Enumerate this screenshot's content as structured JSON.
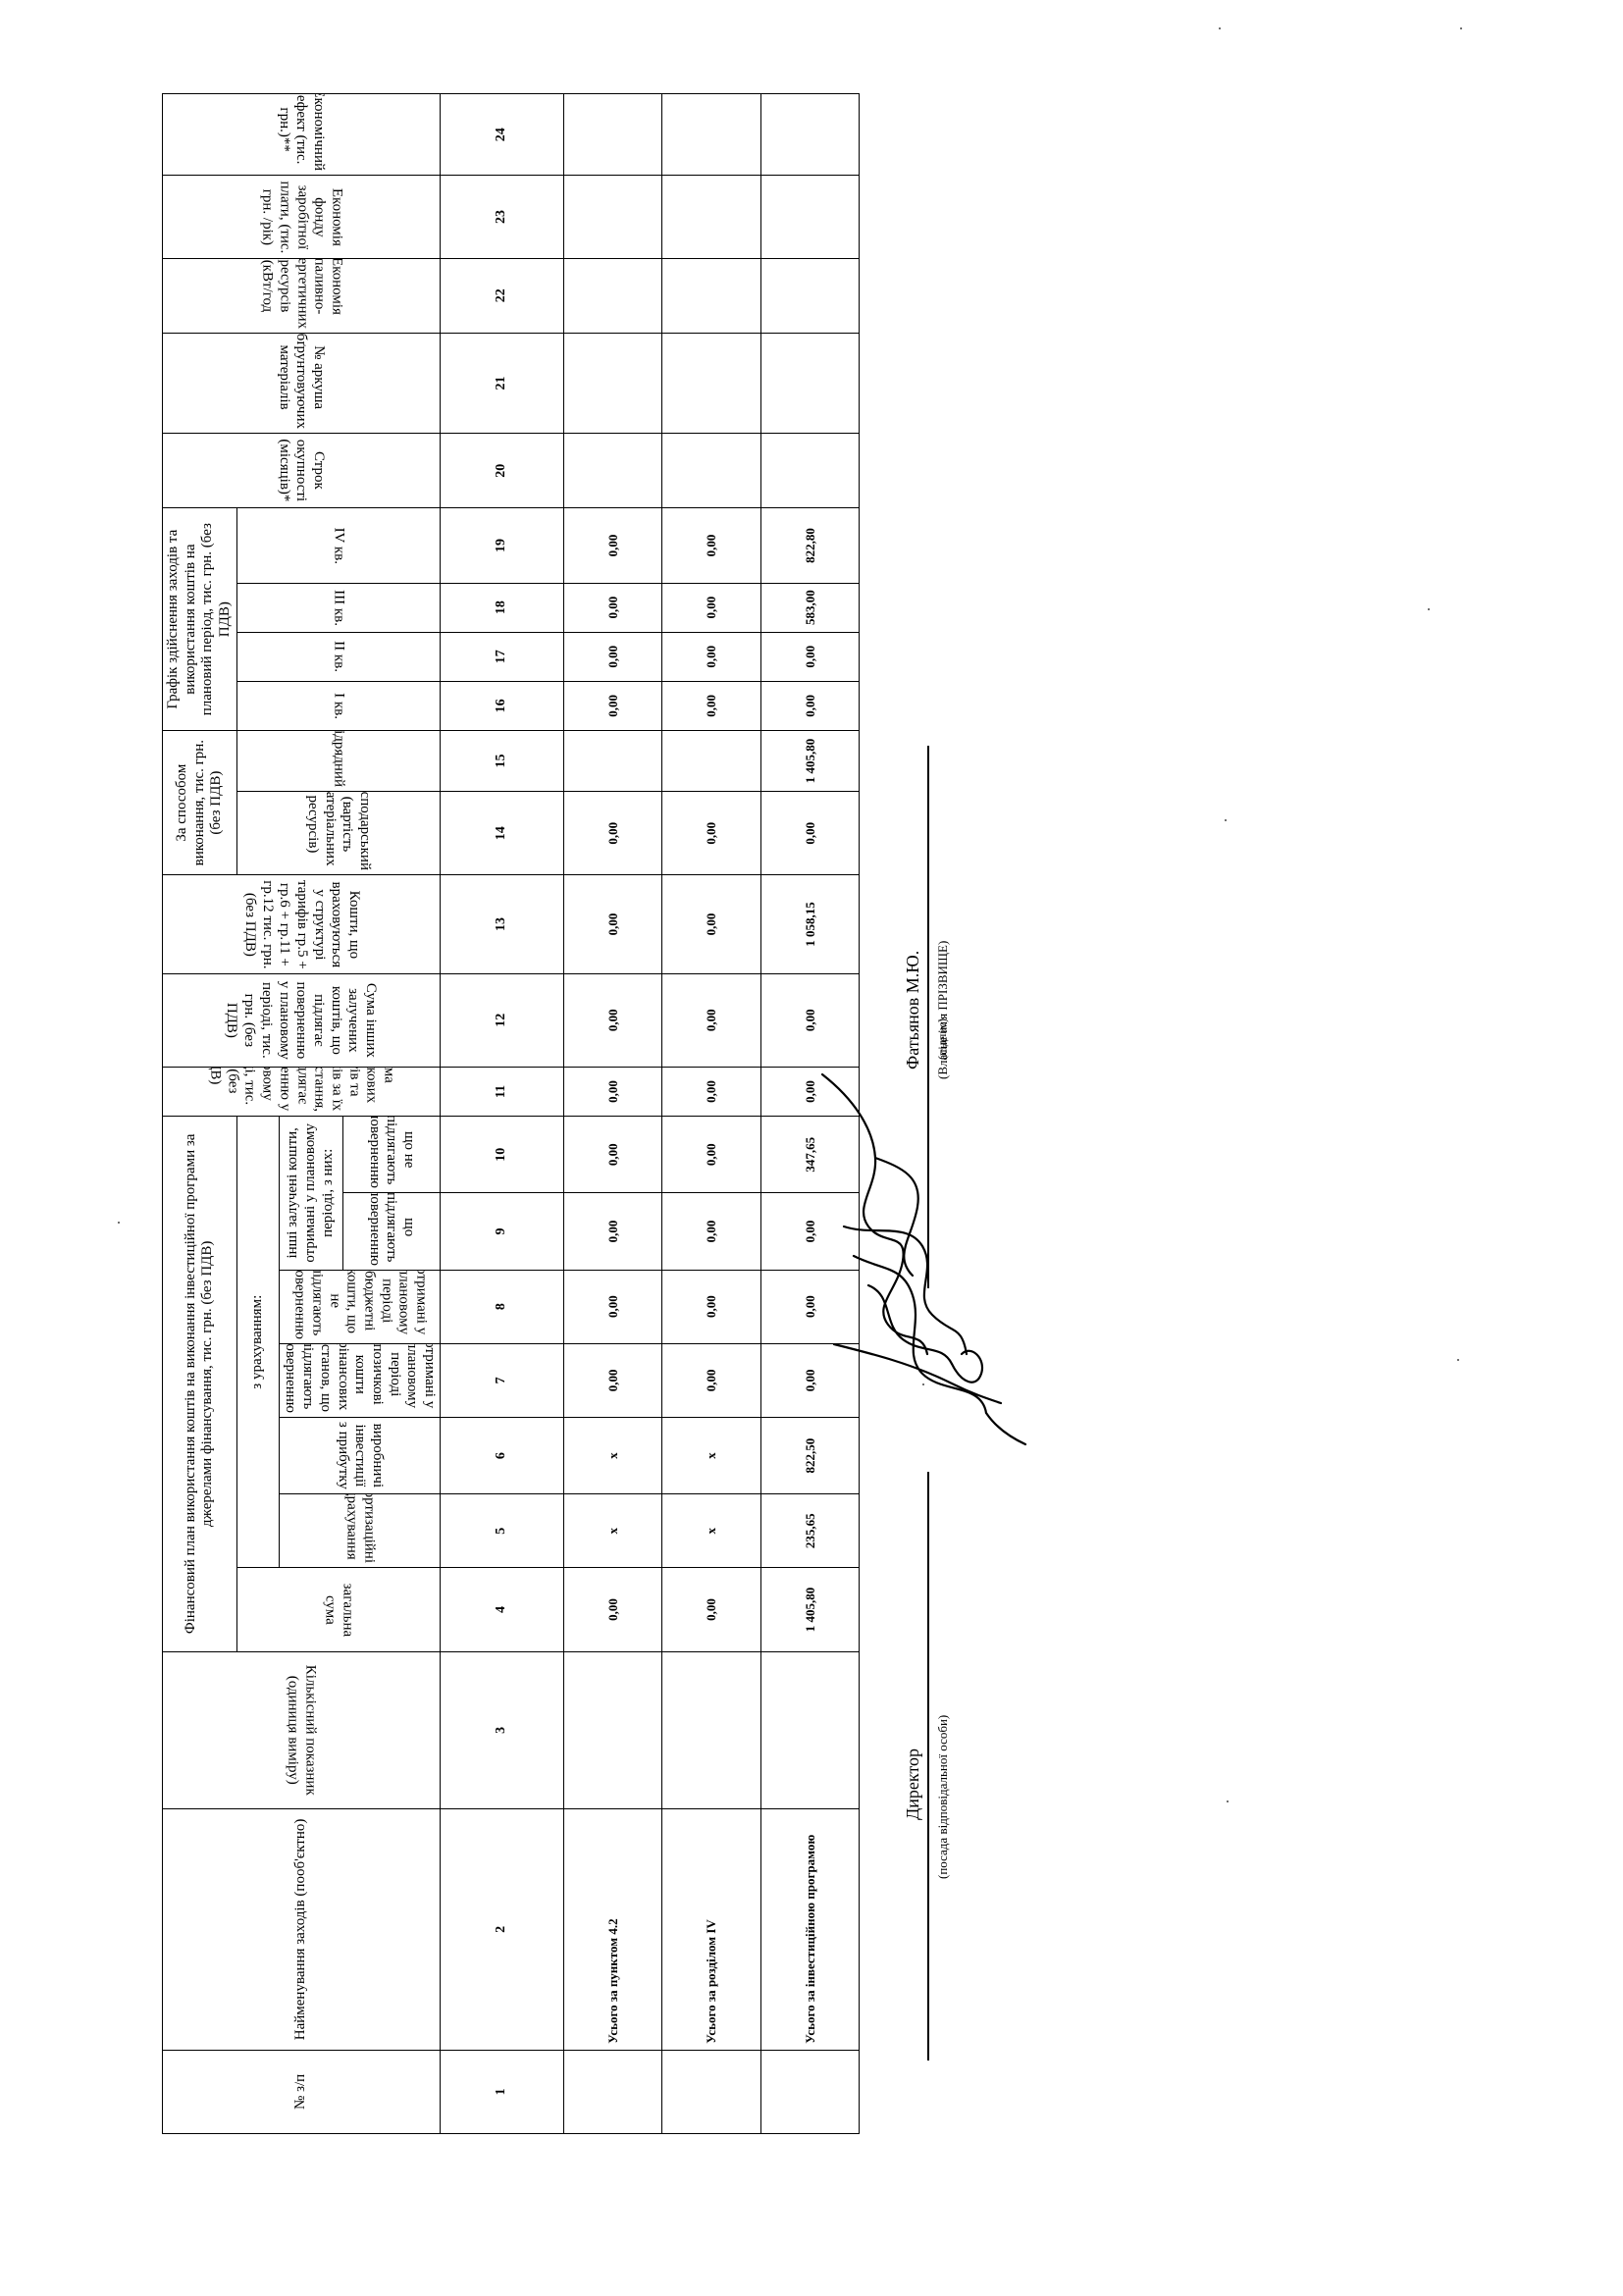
{
  "table": {
    "headers": {
      "col1": "№ з/п",
      "col2": "Найменування заходів (пооб'єктно)",
      "col3": "Кількісний показник (одиниця виміру)",
      "fin_plan": "Фінансовий план використання коштів на виконання інвестиційної програми за джерелами фінансування, тис. грн. (без ПДВ)",
      "total": "загальна сума",
      "incl": "з урахуванням:",
      "amort": "амортизаційні відрахування",
      "invest": "виробничі інвестиції з прибутку",
      "loans": "отримані у плановому періоді позичкові кошти фінансових установ, що підлягають поверненню",
      "budget": "отримані у плановому періоді бюджетні кошти, що не підлягають поверненню",
      "other": "інші залучені кошти, отримані у плановому періоді, з них:",
      "other_ret": "що підлягають поверненню",
      "other_nonret": "що не підлягають поверненню",
      "loan_sum": "Сума позичкових коштів та відсотків за їх використання, що підлягає поверненню у плановому періоді, тис. грн. (без ПДВ)",
      "other_sum": "Сума інших залучених коштів, що підлягає поверненню у плановому періоді, тис. грн. (без ПДВ)",
      "tariff": "Кошти, що враховуються у структурі тарифів гр.5 + гр.6 + гр.11 + гр.12 тис. грн. (без ПДВ)",
      "method": "За способом виконання, тис. грн. (без ПДВ)",
      "household": "господарський (вартість матеріальних ресурсів)",
      "contract": "підрядний",
      "schedule": "Графік здійснення заходів та використання коштів на плановий період, тис. грн. (без ПДВ)",
      "q1": "І кв.",
      "q2": "ІІ кв.",
      "q3": "ІІІ кв.",
      "q4": "IV кв.",
      "payback": "Строк окупності (місяців)*",
      "sheet": "№ аркуша обґрунтовуючих матеріалів",
      "energy": "Економія паливно-енергетичних ресурсів (кВт/год",
      "salary": "Економія фонду заробітної плати, (тис. грн. /рік)",
      "effect": "Економічний ефект (тис. грн.)**"
    },
    "numbers": [
      "1",
      "2",
      "3",
      "4",
      "5",
      "6",
      "7",
      "8",
      "9",
      "10",
      "11",
      "12",
      "13",
      "14",
      "15",
      "16",
      "17",
      "18",
      "19",
      "20",
      "21",
      "22",
      "23",
      "24"
    ],
    "rows": [
      {
        "label": "Усього за пунктом 4.2",
        "cells": [
          "0,00",
          "x",
          "x",
          "0,00",
          "0,00",
          "0,00",
          "0,00",
          "0,00",
          "0,00",
          "0,00",
          "0,00",
          "",
          "0,00",
          "0,00",
          "0,00",
          "0,00",
          "",
          "",
          "",
          "",
          ""
        ]
      },
      {
        "label": "Усього за розділом IV",
        "cells": [
          "0,00",
          "x",
          "x",
          "0,00",
          "0,00",
          "0,00",
          "0,00",
          "0,00",
          "0,00",
          "0,00",
          "0,00",
          "",
          "0,00",
          "0,00",
          "0,00",
          "0,00",
          "",
          "",
          "",
          "",
          ""
        ]
      },
      {
        "label": "Усього за інвестиційною програмою",
        "cells": [
          "1 405,80",
          "235,65",
          "822,50",
          "0,00",
          "0,00",
          "0,00",
          "347,65",
          "0,00",
          "0,00",
          "1 058,15",
          "0,00",
          "1 405,80",
          "0,00",
          "0,00",
          "583,00",
          "822,80",
          "",
          "",
          "",
          "",
          ""
        ]
      }
    ]
  },
  "signature": {
    "position": "Директор",
    "position_caption": "(посада відповідальної особи)",
    "sign_caption": "(підпис)",
    "name": "Фатьянов М.Ю.",
    "name_caption": "(Власне ім'я ПРІЗВИЩЕ)"
  }
}
